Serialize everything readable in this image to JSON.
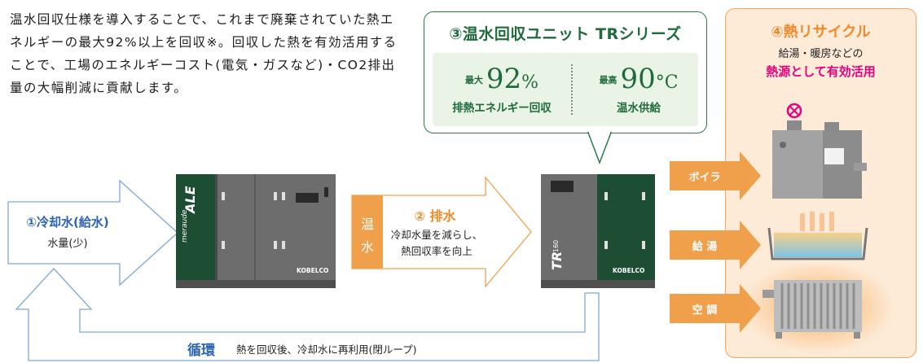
{
  "intro": "温水回収仕様を導入することで、これまで廃棄されていた熱エネルギーの最大92%以上を回収※。回収した熱を有効活用することで、工場のエネルギーコスト(電気・ガスなど)・CO2排出量の大幅削減に貢献します。",
  "callout": {
    "title": "③温水回収ユニット TRシリーズ",
    "left": {
      "prefix": "最大",
      "value": "92",
      "unit": "%",
      "caption": "排熱エネルギー回収"
    },
    "right": {
      "prefix": "最高",
      "value": "90",
      "unit": "°C",
      "caption": "温水供給"
    }
  },
  "recycle": {
    "title": "④熱リサイクル",
    "subtitle": "給湯・暖房などの",
    "emphasis": "熱源として有効活用",
    "items": [
      "ボイラ",
      "給 湯",
      "空 調"
    ]
  },
  "cooling": {
    "title": "①冷却水(給水)",
    "sub": "水量(少)"
  },
  "drain": {
    "tag": [
      "温",
      "水"
    ],
    "title": "② 排水",
    "line1": "冷却水量を減らし、",
    "line2": "熱回収率を向上"
  },
  "loop": {
    "title": "循環",
    "text": "熱を回収後、冷却水に再利用(閉ループ)"
  },
  "machines": {
    "left": {
      "brand_script": "meraude",
      "brand_model": "ALE",
      "maker": "KOBELCO"
    },
    "right": {
      "model": "TR",
      "model_sub": "160",
      "maker": "KOBELCO"
    }
  },
  "colors": {
    "green": "#1f6b3c",
    "orange": "#f0a04b",
    "blue_line": "#7fa8d6",
    "magenta": "#e6007e"
  }
}
